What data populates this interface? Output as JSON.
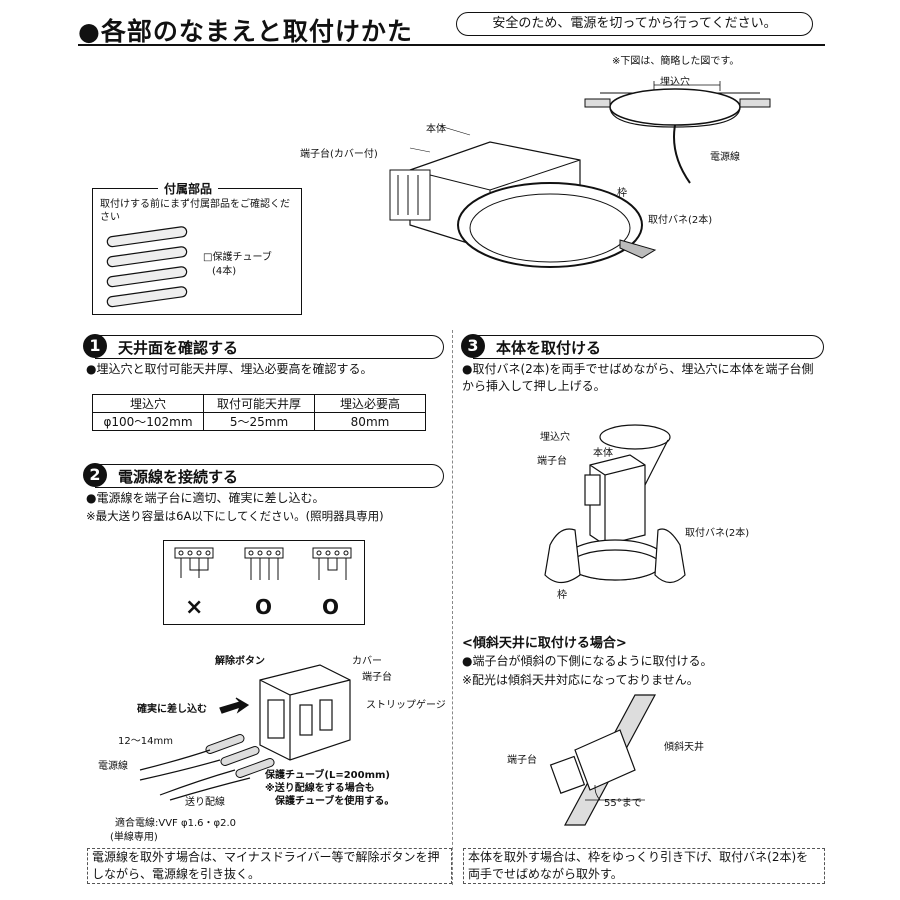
{
  "header": {
    "title": "●各部のなまえと取付けかた",
    "safety_note": "安全のため、電源を切ってから行ってください。"
  },
  "overview": {
    "note": "※下図は、簡略した図です。",
    "hole_label": "埋込穴",
    "power_cable_label": "電源線",
    "body_label": "本体",
    "terminal_label": "端子台(カバー付)",
    "frame_label": "枠",
    "spring_label": "取付バネ(2本)"
  },
  "accessories": {
    "title": "付属部品",
    "instruction": "取付けする前にまず付属部品をご確認ください",
    "item": "□保護チューブ",
    "item_count": "(4本)"
  },
  "step1": {
    "number": "1",
    "title": "天井面を確認する",
    "desc": "●埋込穴と取付可能天井厚、埋込必要高を確認する。",
    "table": {
      "headers": [
        "埋込穴",
        "取付可能天井厚",
        "埋込必要高"
      ],
      "row": [
        "φ100〜102mm",
        "5〜25mm",
        "80mm"
      ]
    }
  },
  "step2": {
    "number": "2",
    "title": "電源線を接続する",
    "desc1": "●電源線を端子台に適切、確実に差し込む。",
    "desc2": "※最大送り容量は6A以下にしてください。(照明器具専用)",
    "marks": [
      "×",
      "O",
      "O"
    ],
    "release_button": "解除ボタン",
    "cover": "カバー",
    "terminal": "端子台",
    "strip_gauge": "ストリップゲージ",
    "insert": "確実に差し込む",
    "strip_length": "12〜14mm",
    "power_cable": "電源線",
    "feed_wire": "送り配線",
    "tube": "保護チューブ(L=200mm)",
    "tube_note1": "※送り配線をする場合も",
    "tube_note2": "保護チューブを使用する。",
    "wire_spec": "適合電線:VVF φ1.6・φ2.0",
    "wire_spec2": "(単線専用)",
    "remove_note": "電源線を取外す場合は、マイナスドライバー等で解除ボタンを押しながら、電源線を引き抜く。"
  },
  "step3": {
    "number": "3",
    "title": "本体を取付ける",
    "desc": "●取付バネ(2本)を両手でせばめながら、埋込穴に本体を端子台側から挿入して押し上げる。",
    "hole_label": "埋込穴",
    "body_label": "本体",
    "terminal_label": "端子台",
    "spring_label": "取付バネ(2本)",
    "frame_label": "枠"
  },
  "slope": {
    "title": "<傾斜天井に取付ける場合>",
    "desc1": "●端子台が傾斜の下側になるように取付ける。",
    "desc2": "※配光は傾斜天井対応になっておりません。",
    "ceiling_label": "傾斜天井",
    "terminal_label": "端子台",
    "angle_label": "55°まで",
    "remove_note": "本体を取外す場合は、枠をゆっくり引き下げ、取付バネ(2本)を両手でせばめながら取外す。"
  }
}
